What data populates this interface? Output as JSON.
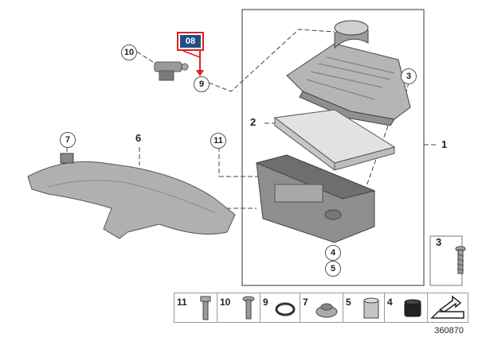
{
  "highlight": {
    "label": "08",
    "color": "#e02020",
    "fill": "#1f4f86"
  },
  "callouts": {
    "c10": "10",
    "c9": "9",
    "c3": "3",
    "c7": "7",
    "c11": "11",
    "c4": "4",
    "c5": "5"
  },
  "labels": {
    "l2": "2",
    "l6": "6",
    "l1": "1"
  },
  "side_panel": {
    "num": "3"
  },
  "parts_row": [
    {
      "num": "11",
      "icon": "bolt-icon"
    },
    {
      "num": "10",
      "icon": "screw-icon"
    },
    {
      "num": "9",
      "icon": "o-ring-icon"
    },
    {
      "num": "7",
      "icon": "grommet-icon"
    },
    {
      "num": "5",
      "icon": "bushing-icon"
    },
    {
      "num": "4",
      "icon": "rubber-mount-icon"
    }
  ],
  "arrow_tile": {
    "icon": "arrow-tile-icon"
  },
  "reference": "360870",
  "colors": {
    "accent_blue": "#c9d9ea",
    "line": "#555555",
    "part": "#8e8e8e"
  }
}
